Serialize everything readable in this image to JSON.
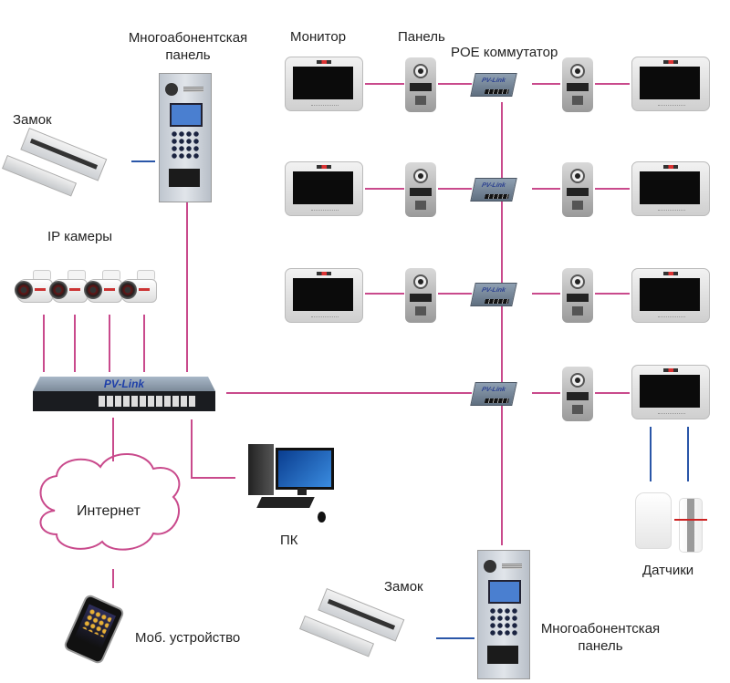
{
  "diagram": {
    "title": "IP intercom network topology",
    "colors": {
      "network_link": "#c94a8c",
      "control_link": "#2a56a8"
    },
    "labels": {
      "multi_panel_top": [
        "Многоабонентская",
        "панель"
      ],
      "lock_top": "Замок",
      "ip_cameras": "IP камеры",
      "monitor": "Монитор",
      "panel": "Панель",
      "poe_switch": "POE коммутатор",
      "internet": "Интернет",
      "pc": "ПК",
      "mobile": "Моб. устройство",
      "lock_bottom": "Замок",
      "multi_panel_bottom": [
        "Многоабонентская",
        "панель"
      ],
      "sensors": "Датчики"
    },
    "switch_brand": "PV-Link",
    "rows": [
      {
        "left_monitor": true,
        "left_panel": true,
        "switch": true,
        "right_panel": true,
        "right_monitor": true
      },
      {
        "left_monitor": true,
        "left_panel": true,
        "switch": true,
        "right_panel": true,
        "right_monitor": true
      },
      {
        "left_monitor": true,
        "left_panel": true,
        "switch": true,
        "right_panel": true,
        "right_monitor": true
      },
      {
        "left_monitor": false,
        "left_panel": false,
        "switch": true,
        "right_panel": true,
        "right_monitor": true
      }
    ],
    "camera_count": 4
  }
}
